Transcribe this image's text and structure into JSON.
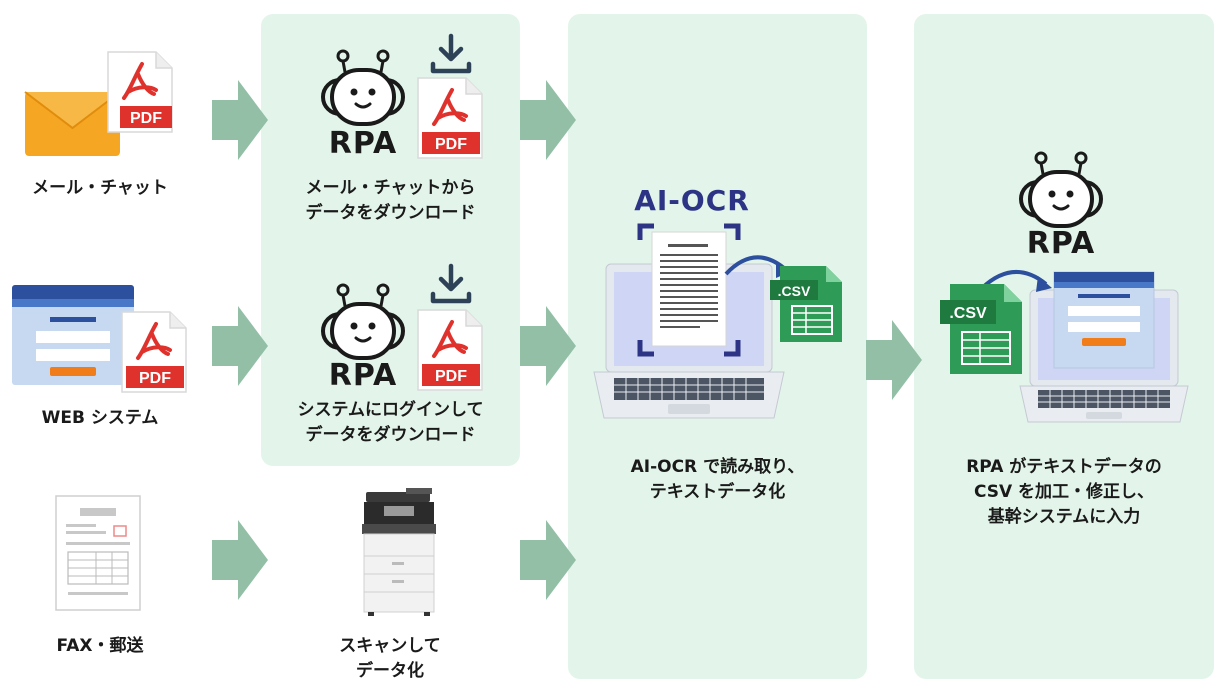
{
  "sources": [
    {
      "label": "メール・チャット"
    },
    {
      "label": "WEB システム"
    },
    {
      "label": "FAX・郵送"
    }
  ],
  "rpa_steps": [
    {
      "label": "メール・チャットから\nデータをダウンロード"
    },
    {
      "label": "システムにログインして\nデータをダウンロード"
    }
  ],
  "scan_step": {
    "label": "スキャンして\nデータ化"
  },
  "ocr_step": {
    "title": "AI-OCR",
    "label": "AI-OCR で読み取り、\nテキストデータ化"
  },
  "final_step": {
    "label": "RPA がテキストデータの\nCSV を加工・修正し、\n基幹システムに入力"
  },
  "icon_texts": {
    "rpa": "RPA",
    "pdf": "PDF",
    "csv": ".CSV"
  },
  "icons": [
    "envelope-icon",
    "pdf-file-icon",
    "web-window-icon",
    "fax-document-icon",
    "robot-icon",
    "download-icon",
    "copier-icon",
    "laptop-icon",
    "csv-file-icon",
    "arrow-right-icon"
  ],
  "colors": {
    "panel": "#e3f5ea",
    "arrow": "#93bfa6",
    "pdf_red": "#e0322d",
    "csv_green": "#2e9c57",
    "ocr_navy": "#2d3485",
    "envelope": "#f5a623"
  }
}
